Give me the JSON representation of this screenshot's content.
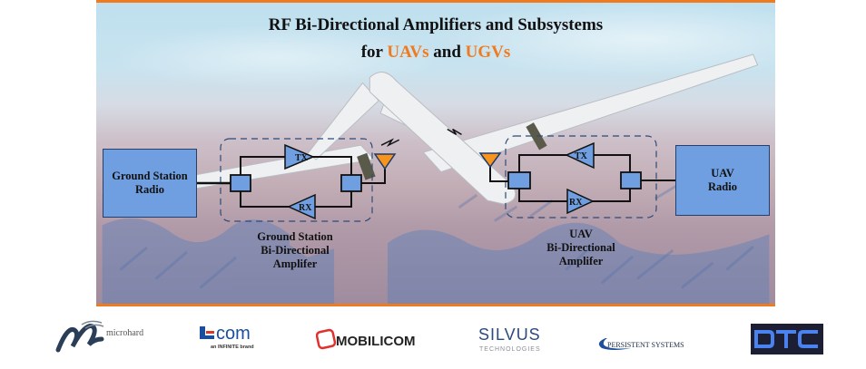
{
  "title": {
    "line1": "RF Bi-Directional Amplifiers and Subsystems",
    "line2_pre": "for ",
    "line2_a": "UAVs",
    "line2_mid": " and ",
    "line2_b": "UGVs"
  },
  "colors": {
    "accent": "#f07a1e",
    "block_fill": "#6f9fe0",
    "block_stroke": "#26406a",
    "antenna": "#f7941d"
  },
  "diagram": {
    "ground_station_radio": {
      "line1": "Ground Station",
      "line2": "Radio"
    },
    "ground_amp": {
      "tx": "TX",
      "rx": "RX",
      "label_line1": "Ground Station",
      "label_line2": "Bi-Directional",
      "label_line3": "Amplifer"
    },
    "uav_amp": {
      "tx": "TX",
      "rx": "RX",
      "label_line1": "UAV",
      "label_line2": "Bi-Directional",
      "label_line3": "Amplifer"
    },
    "uav_radio": {
      "line1": "UAV",
      "line2": "Radio"
    }
  },
  "logos": [
    {
      "name": "microhard",
      "text": "microhard"
    },
    {
      "name": "l-com",
      "text": "L-com",
      "sub": "an INFINITE brand"
    },
    {
      "name": "mobilicom",
      "text": "MOBILICOM"
    },
    {
      "name": "silvus",
      "text": "SILVUS",
      "sub": "TECHNOLOGIES"
    },
    {
      "name": "persistent-systems",
      "text": "PERSISTENT SYSTEMS"
    },
    {
      "name": "dtc",
      "text": "DTC"
    }
  ]
}
